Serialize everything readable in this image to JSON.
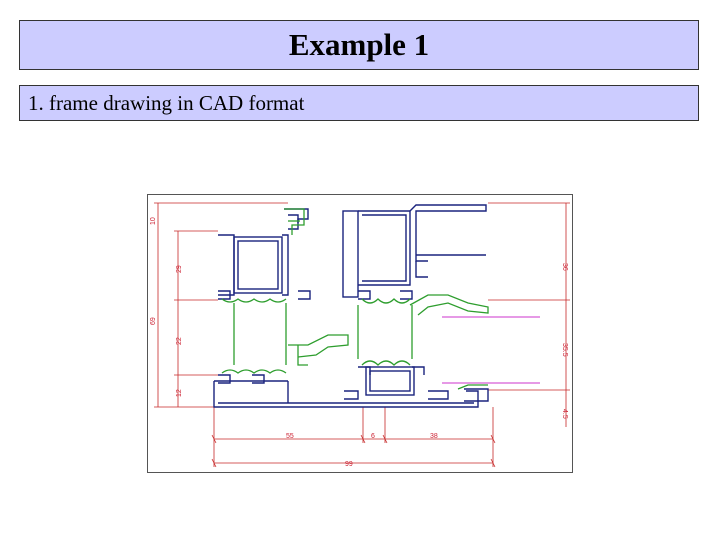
{
  "slide": {
    "title": "Example 1",
    "bullet": "1. frame drawing in CAD format"
  },
  "drawing": {
    "dimensions": {
      "d10": "10",
      "d29": "29",
      "d69": "69",
      "d22": "22",
      "d12": "12",
      "d36": "36",
      "d35b": "35.5",
      "d45": "4.5",
      "d55": "55",
      "d6": "6",
      "d38": "38",
      "d99": "99"
    }
  },
  "colors": {
    "background": "#ffffff",
    "bar_fill": "#ccccff",
    "profile_blue": "#1a237e",
    "profile_green": "#2e9e2e",
    "dimension_red": "#c62828",
    "glass_magenta": "#cc33cc"
  }
}
